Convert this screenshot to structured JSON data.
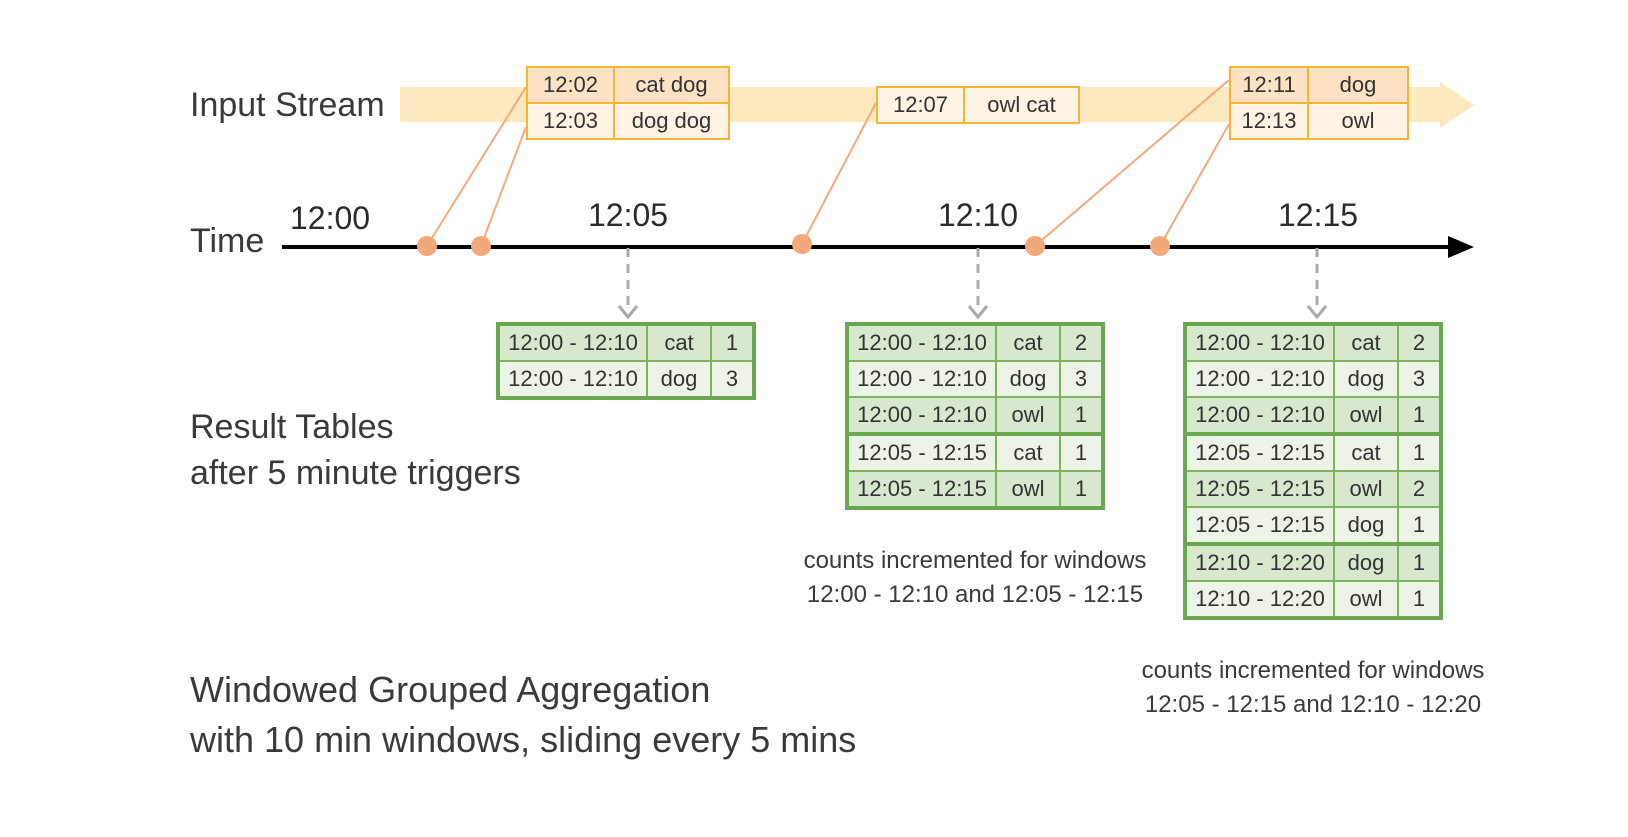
{
  "labels": {
    "input_stream": "Input Stream",
    "time": "Time",
    "result_tables_line1": "Result Tables",
    "result_tables_line2": "after 5 minute triggers",
    "footer_line1": "Windowed Grouped Aggregation",
    "footer_line2": "with 10 min windows, sliding every 5 mins"
  },
  "time_ticks": [
    "12:00",
    "12:05",
    "12:10",
    "12:15"
  ],
  "events": [
    {
      "time": "12:02",
      "words": "cat dog"
    },
    {
      "time": "12:03",
      "words": "dog dog"
    },
    {
      "time": "12:07",
      "words": "owl cat"
    },
    {
      "time": "12:11",
      "words": "dog"
    },
    {
      "time": "12:13",
      "words": "owl"
    }
  ],
  "result_tables": [
    {
      "trigger": "12:05",
      "rows": [
        {
          "window": "12:00 - 12:10",
          "word": "cat",
          "count": "1"
        },
        {
          "window": "12:00 - 12:10",
          "word": "dog",
          "count": "3"
        }
      ]
    },
    {
      "trigger": "12:10",
      "rows": [
        {
          "window": "12:00 - 12:10",
          "word": "cat",
          "count": "2"
        },
        {
          "window": "12:00 - 12:10",
          "word": "dog",
          "count": "3"
        },
        {
          "window": "12:00 - 12:10",
          "word": "owl",
          "count": "1"
        },
        {
          "window": "12:05 - 12:15",
          "word": "cat",
          "count": "1"
        },
        {
          "window": "12:05 - 12:15",
          "word": "owl",
          "count": "1"
        }
      ],
      "note_line1": "counts incremented for windows",
      "note_line2": "12:00 - 12:10 and 12:05 - 12:15"
    },
    {
      "trigger": "12:15",
      "rows": [
        {
          "window": "12:00 - 12:10",
          "word": "cat",
          "count": "2"
        },
        {
          "window": "12:00 - 12:10",
          "word": "dog",
          "count": "3"
        },
        {
          "window": "12:00 - 12:10",
          "word": "owl",
          "count": "1"
        },
        {
          "window": "12:05 - 12:15",
          "word": "cat",
          "count": "1"
        },
        {
          "window": "12:05 - 12:15",
          "word": "owl",
          "count": "2"
        },
        {
          "window": "12:05 - 12:15",
          "word": "dog",
          "count": "1"
        },
        {
          "window": "12:10 - 12:20",
          "word": "dog",
          "count": "1"
        },
        {
          "window": "12:10 - 12:20",
          "word": "owl",
          "count": "1"
        }
      ],
      "note_line1": "counts incremented for windows",
      "note_line2": "12:05 - 12:15 and 12:10 - 12:20"
    }
  ],
  "colors": {
    "stream_band": "#fde9bf",
    "event_border": "#f5b431",
    "event_dot": "#f4a97a",
    "connector": "#f4a97a",
    "axis": "#000000",
    "trigger_arrow": "#aaaaaa",
    "table_border": "#6aa84f"
  }
}
